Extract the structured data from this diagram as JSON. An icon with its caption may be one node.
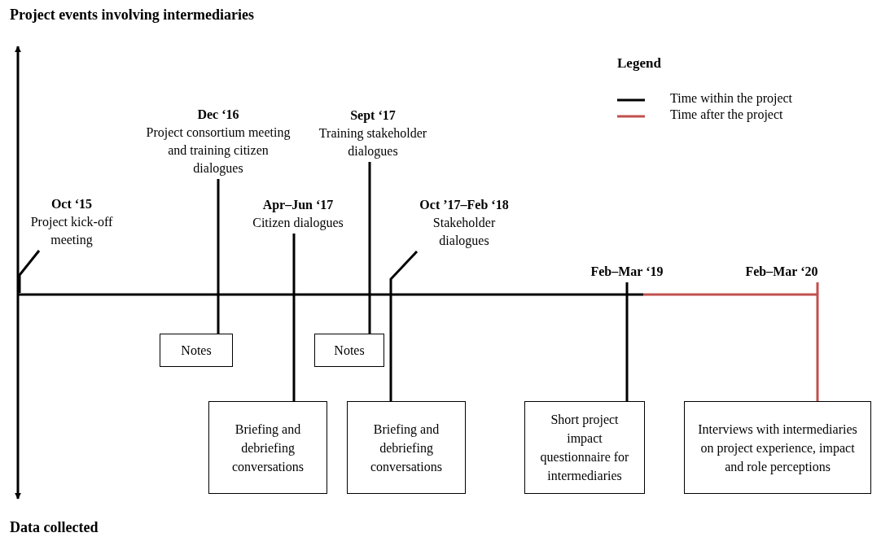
{
  "diagram": {
    "nodes": [
      {
        "text": [
          "Oct ‘15",
          "Project kick-off meeting"
        ]
      },
      {
        "text": [
          "Dec ‘16",
          "Project consortium meeting and training citizen dialogues"
        ]
      },
      {
        "text": [
          "Apr–Jun ‘17",
          "Citizen dialogues"
        ]
      },
      {
        "text": [
          "Sept ‘17",
          "Training stakeholder dialogues"
        ]
      },
      {
        "text": [
          "Oct ’17–Feb ‘18",
          "Stakeholder dialogues"
        ]
      },
      {
        "text": [
          "Feb–Mar ‘19"
        ]
      },
      {
        "text": [
          "Feb–Mar ‘20"
        ]
      },
      {
        "text": [
          "Notes"
        ]
      },
      {
        "text": [
          "Notes"
        ]
      },
      {
        "text": [
          "Briefing and debriefing conversations"
        ]
      },
      {
        "text": [
          "Briefing and debriefing conversations"
        ]
      },
      {
        "text": [
          "Short project impact questionnaire for intermediaries"
        ]
      },
      {
        "text": [
          "Interviews with intermediaries on project experience, impact and role perceptions"
        ]
      }
    ],
    "edges": [
      {
        "from": 0,
        "to": null,
        "arrow": "none"
      },
      {
        "from": 1,
        "to": 7,
        "arrow": "none"
      },
      {
        "from": 2,
        "to": 9,
        "arrow": "none"
      },
      {
        "from": 3,
        "to": 8,
        "arrow": "none"
      },
      {
        "from": 4,
        "to": 10,
        "arrow": "none"
      },
      {
        "from": 5,
        "to": 11,
        "arrow": "none"
      },
      {
        "from": 6,
        "to": 12,
        "arrow": "none",
        "color": "#c0504d"
      }
    ],
    "labels": [
      "Project events involving intermediaries",
      "Legend",
      "Data collected"
    ],
    "legend": [
      {
        "text": "Time within the project",
        "color": "#000000"
      },
      {
        "text": "Time after the project",
        "color": "#c0504d"
      }
    ]
  }
}
